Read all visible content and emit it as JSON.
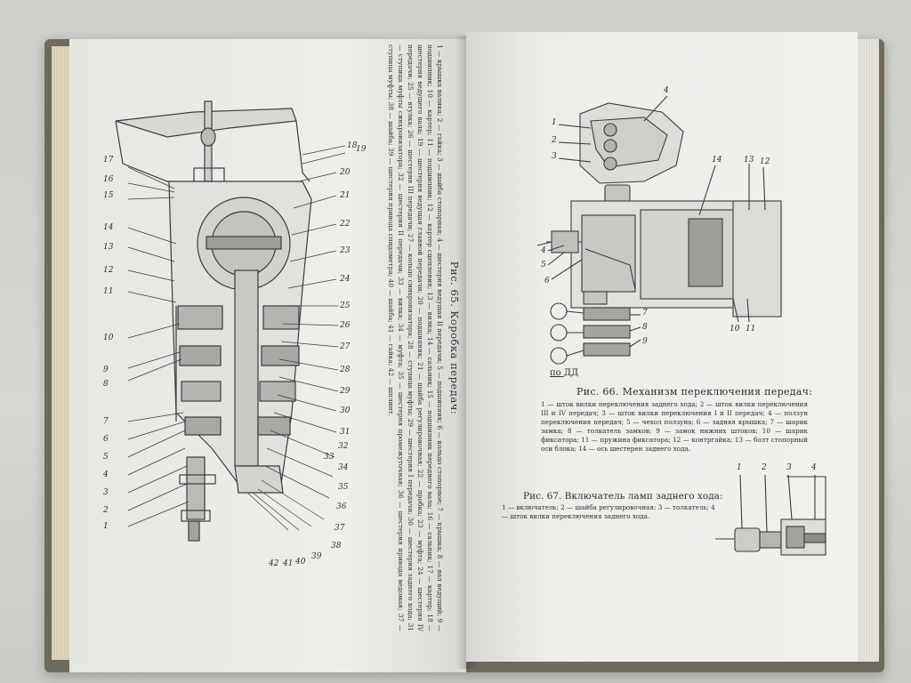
{
  "figure65": {
    "title": "Рис. 65. Коробка передач:",
    "caption": "1 — крышка валика; 2 — гайка; 3 — шайба стопорная; 4 — шестерня ведущая II передачи; 5 — подшипник; 6 — кольцо стопорное; 7 — крышка; 8 — вал ведущий; 9 — подшипник; 10 — картер; 11 — подшипник; 12 — картер сцепления; 13 — вилка; 14 — сальник; 15 — подшипник переднего вала; 16 — сальник; 17 — картер; 18 — шестерня ведущего вала; 19 — шестерня ведущая главной передачи; 20 — подшипник; 21 — шайба регулировочная; 22 — пробка; 23 — муфта; 24 — шестерня IV передачи; 25 — втулка; 26 — шестерня III передачи; 27 — кольцо синхронизатора; 28 — ступица муфты; 29 — шестерня I передачи; 30 — шестерня заднего хода; 31 — ступица муфты синхронизатора; 32 — шестерня II передачи; 33 — вилка; 34 — муфта; 35 — шестерня промежуточная; 36 — шестерня привода ведомая; 37 — ступица муфты; 38 — шайба; 39 — шестерня привода спидометра; 40 — шайба; 41 — гайка; 42 — шплинт.",
    "left_callouts": [
      "17",
      "16",
      "15",
      "14",
      "13",
      "12",
      "11",
      "10",
      "9",
      "8",
      "7",
      "6",
      "5",
      "4",
      "3",
      "2",
      "1"
    ],
    "right_callouts": [
      "18",
      "19",
      "20",
      "21",
      "22",
      "23",
      "24",
      "25",
      "26",
      "27",
      "28",
      "29",
      "30",
      "31",
      "32",
      "33",
      "34",
      "35",
      "36",
      "37",
      "38",
      "39",
      "40",
      "41",
      "42"
    ]
  },
  "figure66": {
    "title": "Рис. 66. Механизм переключения передач:",
    "caption": "1 — шток вилки переключения заднего хода; 2 — шток вилки переключения III и IV передач; 3 — шток вилки переключения I и II передач; 4 — ползун переключения передач; 5 — чехол ползуна; 6 — задняя крышка; 7 — шарик замка; 8 — толкатель замков; 9 — замок нижних штоков; 10 — шарик фиксатора; 11 — пружина фиксатора; 12 — контргайка; 13 — болт стопорный оси блока; 14 — ось шестерен заднего хода.",
    "section_label": "по ДД",
    "callouts": [
      "1",
      "2",
      "3",
      "4",
      "14",
      "13",
      "12",
      "4",
      "5",
      "6",
      "7",
      "8",
      "9",
      "10",
      "11"
    ]
  },
  "figure67": {
    "title": "Рис. 67. Включатель ламп заднего хода:",
    "caption": "1 — включатель; 2 — шайба регулировочная; 3 — толкатель; 4 — шток вилки переключения заднего хода.",
    "callouts": [
      "1",
      "2",
      "3",
      "4"
    ]
  }
}
